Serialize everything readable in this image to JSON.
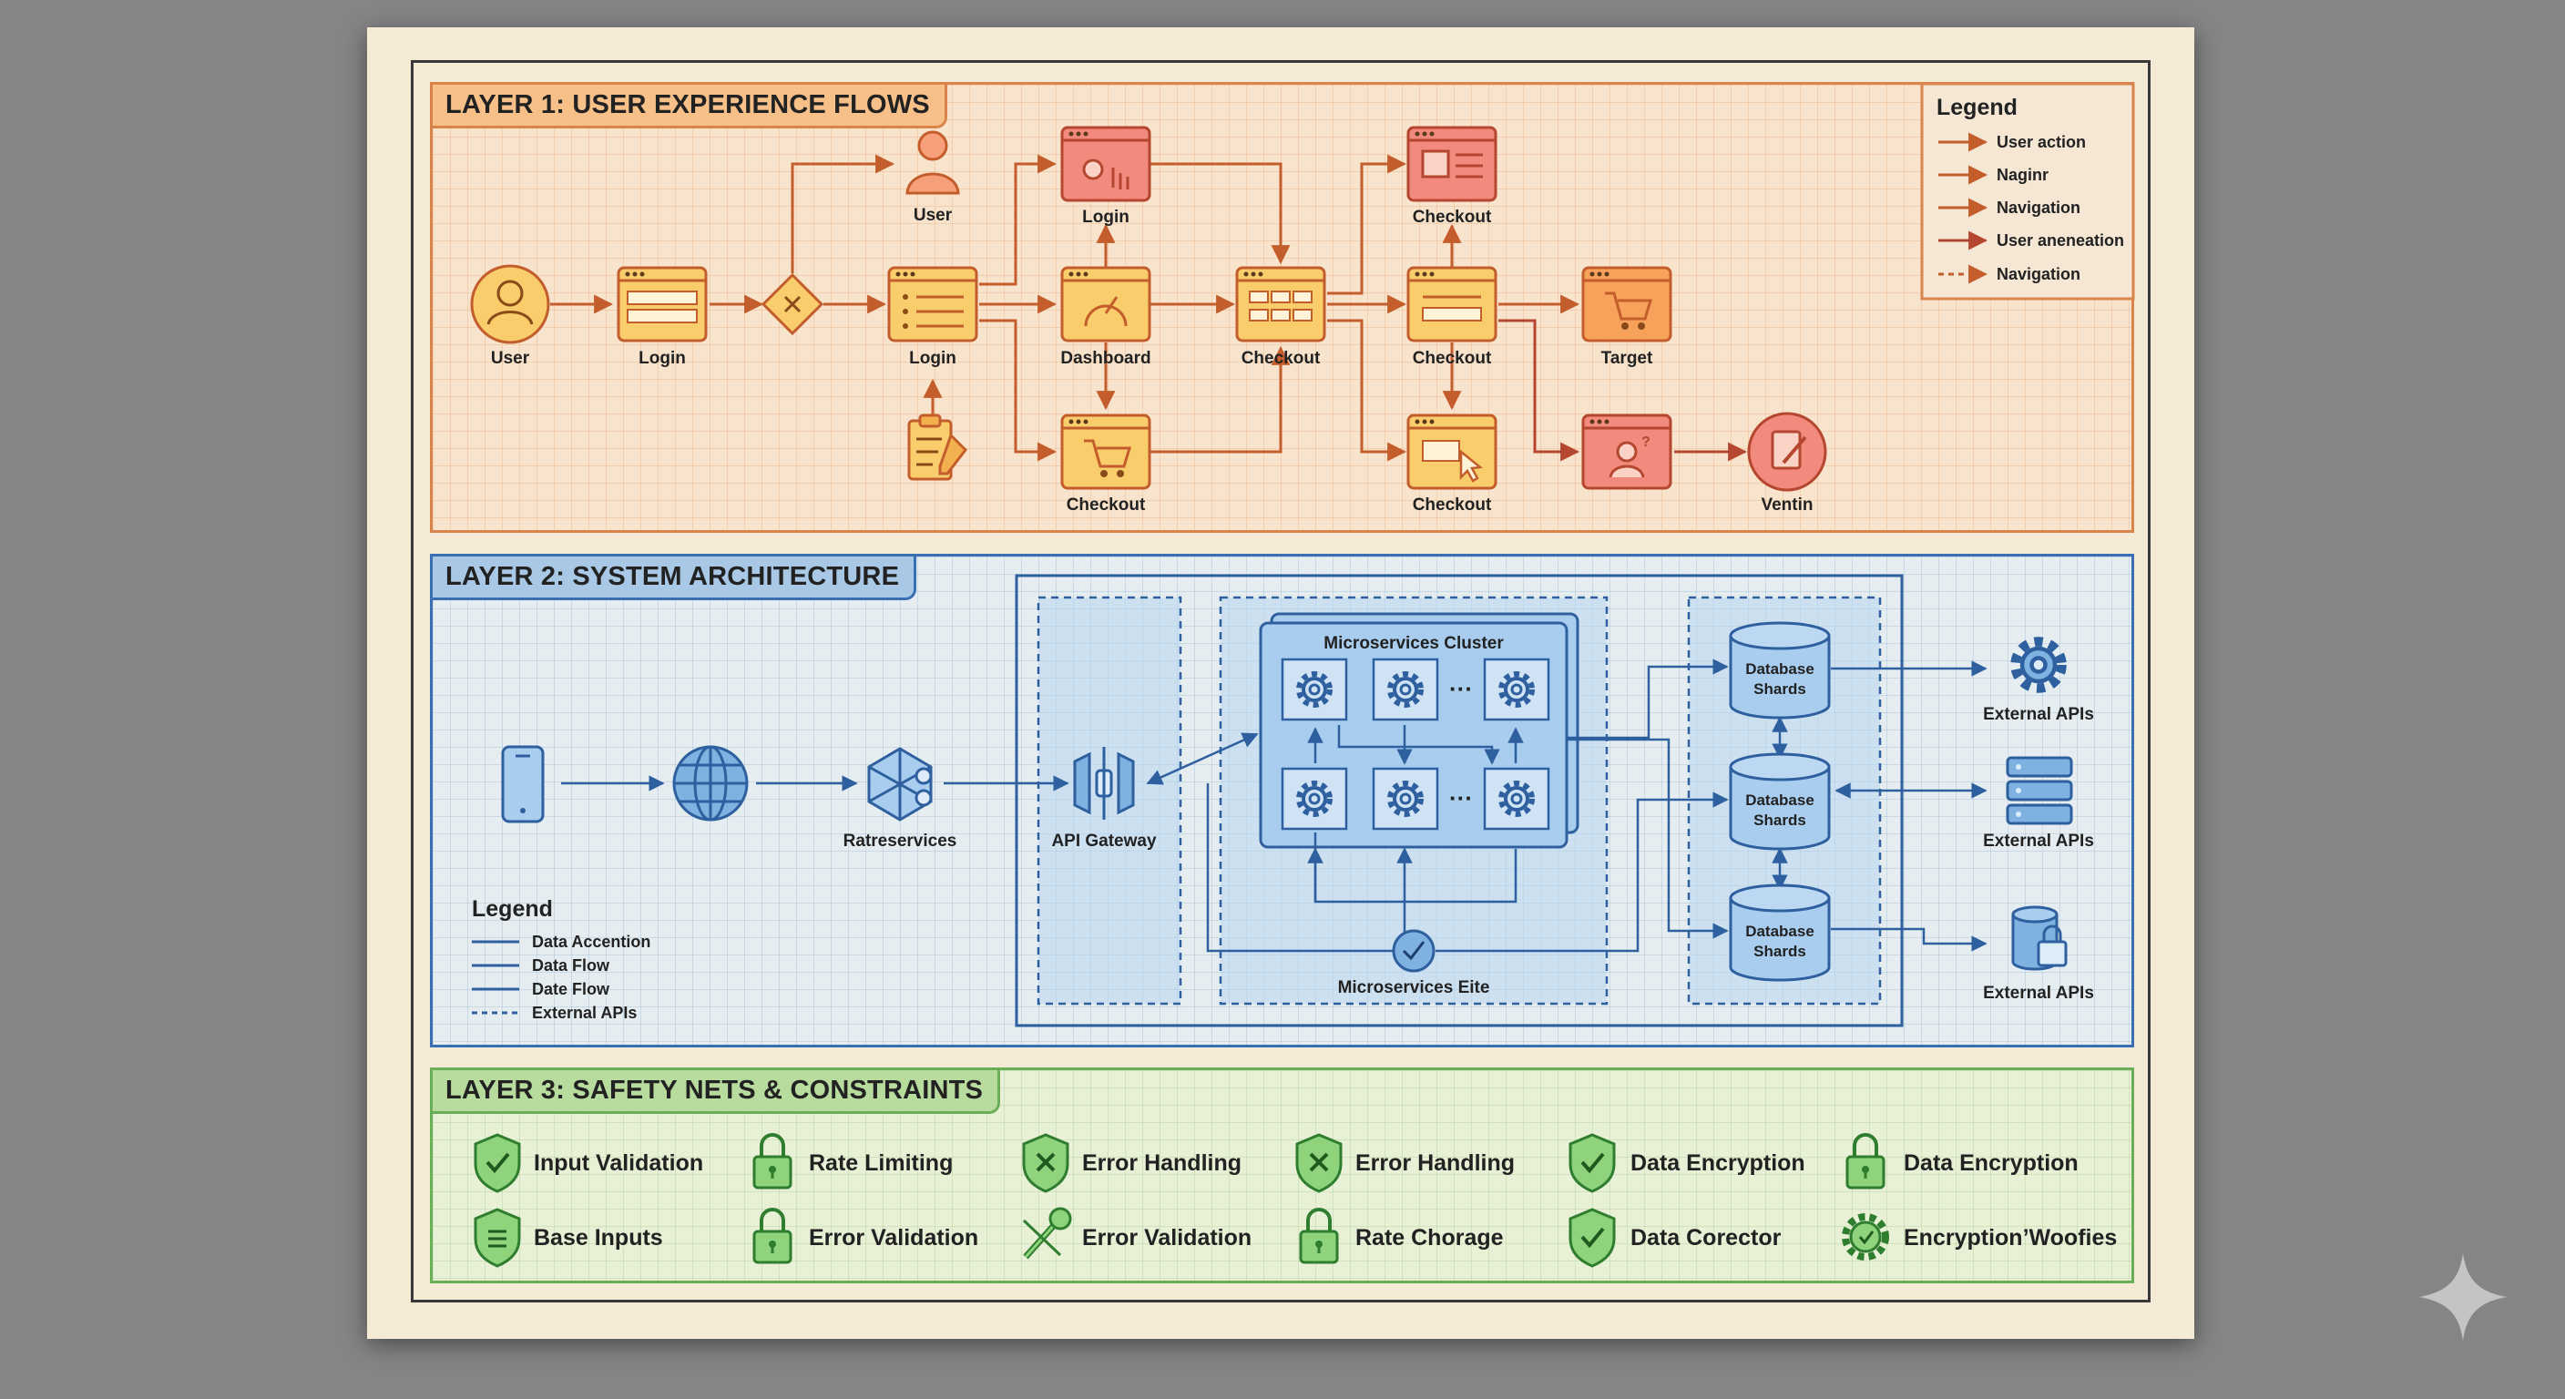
{
  "layer1": {
    "title": "LAYER 1: USER EXPERIENCE FLOWS",
    "nodes": {
      "user_start": "User",
      "login_form": "Login",
      "user_top": "User",
      "login_top": "Login",
      "login_mid": "Login",
      "dashboard": "Dashboard",
      "checkout_low": "Checkout",
      "checkout_main": "Checkout",
      "checkout_top": "Checkout",
      "checkout_mid": "Checkout",
      "checkout_bottom": "Checkout",
      "target": "Target",
      "end_node": "Ventin"
    },
    "legend": {
      "title": "Legend",
      "items": [
        "User action",
        "Naginr",
        "Navigation",
        "User aneneation",
        "Navigation"
      ]
    }
  },
  "layer2": {
    "title": "LAYER 2: SYSTEM ARCHITECTURE",
    "nodes": {
      "rate": "Ratreservices",
      "gateway": "API Gateway",
      "cluster": "Microservices Cluster",
      "ellipsis": "···",
      "microsite": "Microservices Eite",
      "db1": [
        "Database",
        "Shards"
      ],
      "db2": [
        "Database",
        "Shards"
      ],
      "db3": [
        "Database",
        "Shards"
      ],
      "ext1": "External APIs",
      "ext2": "External APIs",
      "ext3": "External APIs"
    },
    "legend": {
      "title": "Legend",
      "items": [
        "Data Accention",
        "Data Flow",
        "Date Flow",
        "External APIs"
      ]
    }
  },
  "layer3": {
    "title": "LAYER 3: SAFETY NETS & CONSTRAINTS",
    "items": [
      "Input Validation",
      "Rate Limiting",
      "Error Handling",
      "Error Handling",
      "Data Encryption",
      "Data Encryption",
      "Base Inputs",
      "Error Validation",
      "Error Validation",
      "Rate Chorage",
      "Data Corector",
      "Encryption’Woofies"
    ]
  },
  "colors": {
    "orange": "#d9844a",
    "amber_fill": "#f9cd6b",
    "red_fill": "#f28b7d",
    "red_arrow": "#b5462f",
    "blue": "#2e5f9e",
    "blue_fill": "#a9cdee",
    "green": "#3f9a3a",
    "green_fill": "#8fd47c"
  },
  "icons": {
    "user": "person-icon",
    "phone": "smartphone-icon",
    "globe": "globe-icon",
    "gear": "gear-icon",
    "database": "database-icon",
    "server": "server-icon",
    "shield": "shield-check-icon",
    "lock": "padlock-icon",
    "wrench": "wrench-icon",
    "sparkle": "sparkle-icon"
  }
}
